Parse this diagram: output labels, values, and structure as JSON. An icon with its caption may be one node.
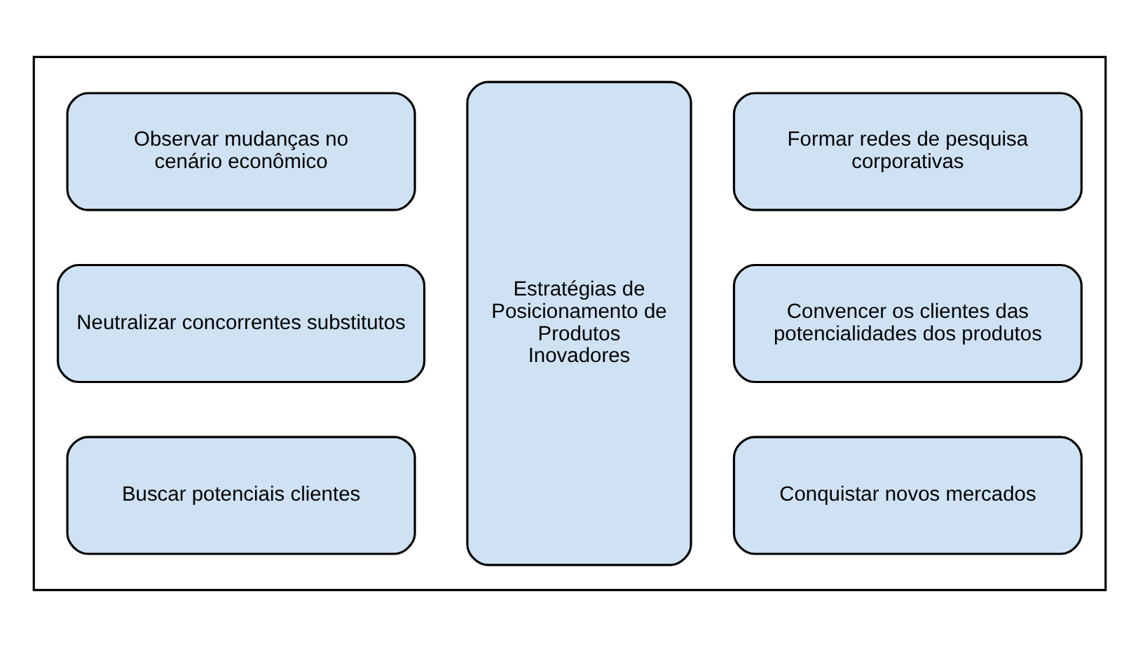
{
  "diagram": {
    "nodes": [
      {
        "text": [],
        "shape": "box"
      },
      {
        "text": [
          "Observar mudanças no cenário econômico"
        ],
        "in": 0
      },
      {
        "text": [
          "Neutralizar concorrentes substitutos"
        ],
        "in": 0
      },
      {
        "text": [
          "Buscar potenciais clientes"
        ],
        "in": 0
      },
      {
        "text": [
          "Estratégias de Posicionamento de Produtos Inovadores"
        ],
        "in": 0
      },
      {
        "text": [
          "Conquistar novos mercados"
        ],
        "in": 0
      },
      {
        "text": [
          "Convencer os clientes das potencialidades dos produtos"
        ],
        "in": 0
      },
      {
        "text": [
          "Formar redes de pesquisa corporativas"
        ],
        "in": 0
      }
    ],
    "edges": []
  }
}
